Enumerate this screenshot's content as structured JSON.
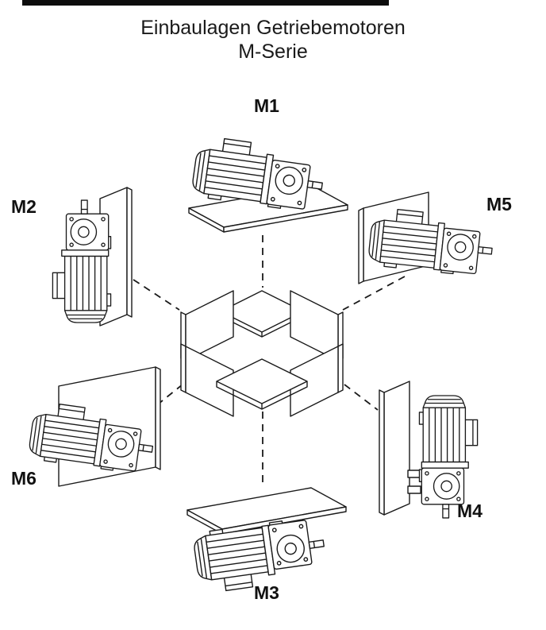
{
  "page": {
    "background": "#ffffff",
    "line_color": "#1a1a1a"
  },
  "title": {
    "line1": "Einbaulagen Getriebemotoren",
    "line2": "M-Serie"
  },
  "positions": {
    "m1": {
      "label": "M1"
    },
    "m2": {
      "label": "M2"
    },
    "m3": {
      "label": "M3"
    },
    "m4": {
      "label": "M4"
    },
    "m5": {
      "label": "M5"
    },
    "m6": {
      "label": "M6"
    }
  }
}
